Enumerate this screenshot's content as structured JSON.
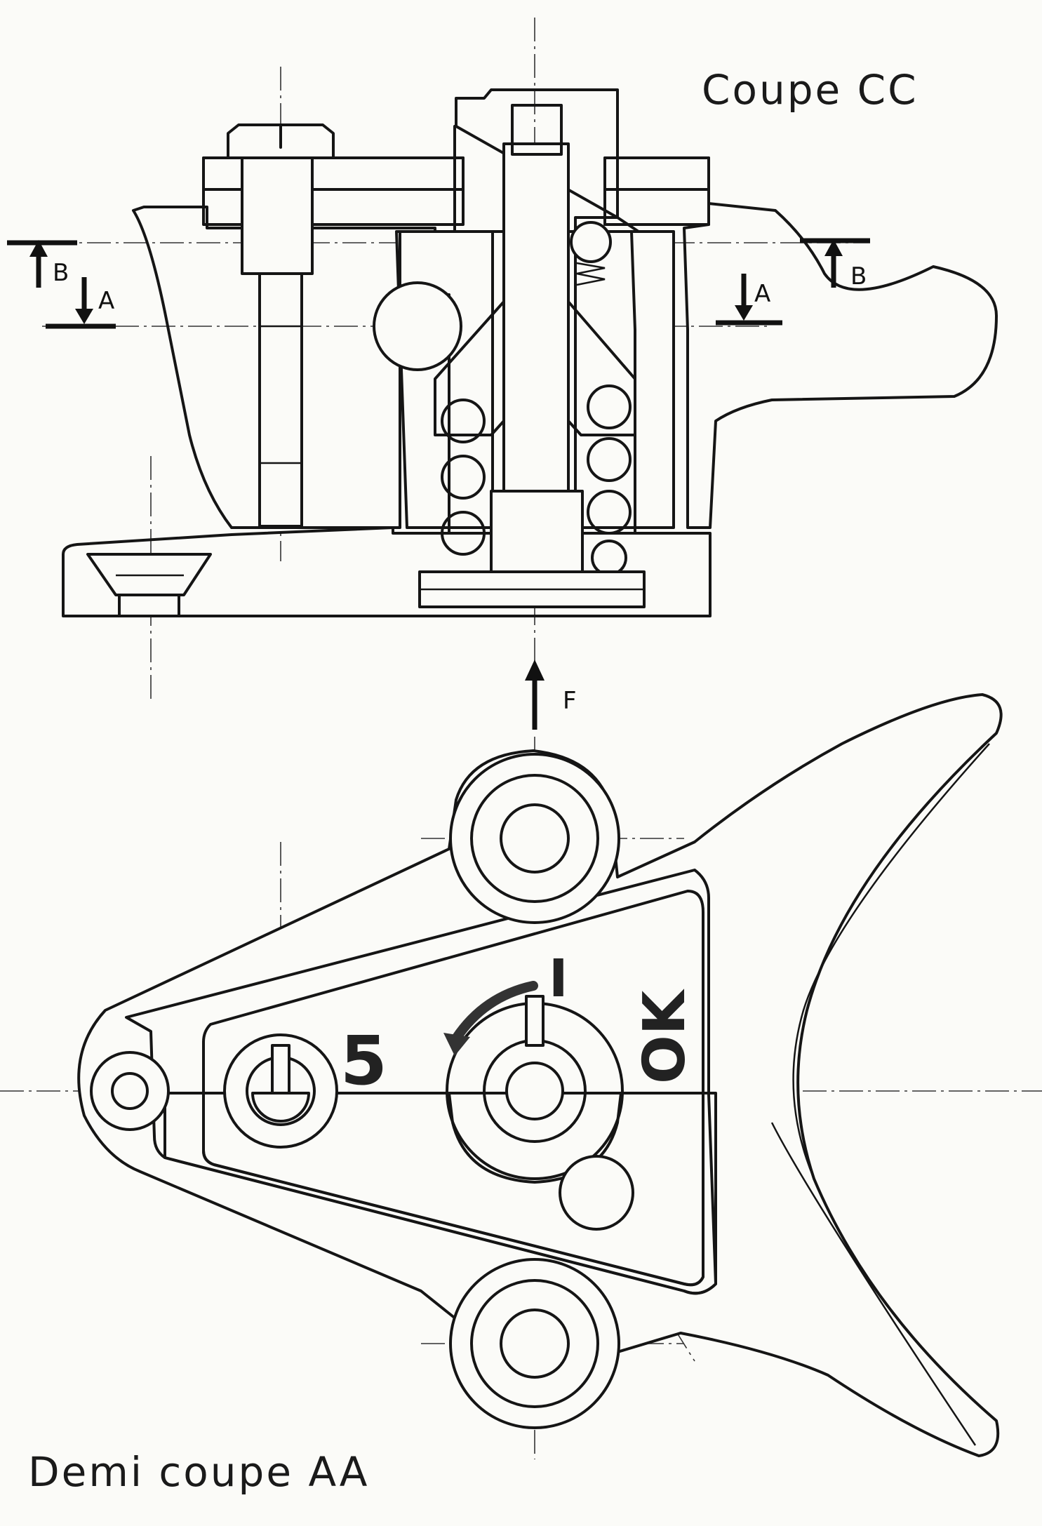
{
  "titles": {
    "section_cc": "Coupe CC",
    "half_section_aa": "Demi coupe AA"
  },
  "cut_labels": {
    "b_left": "B",
    "a_left": "A",
    "a_right": "A",
    "b_right": "B",
    "view_f": "F"
  },
  "dial_marks": {
    "five": "5",
    "one": "I",
    "ok": "OK"
  },
  "colors": {
    "ink": "#151515",
    "paper": "#fbfbf8"
  }
}
